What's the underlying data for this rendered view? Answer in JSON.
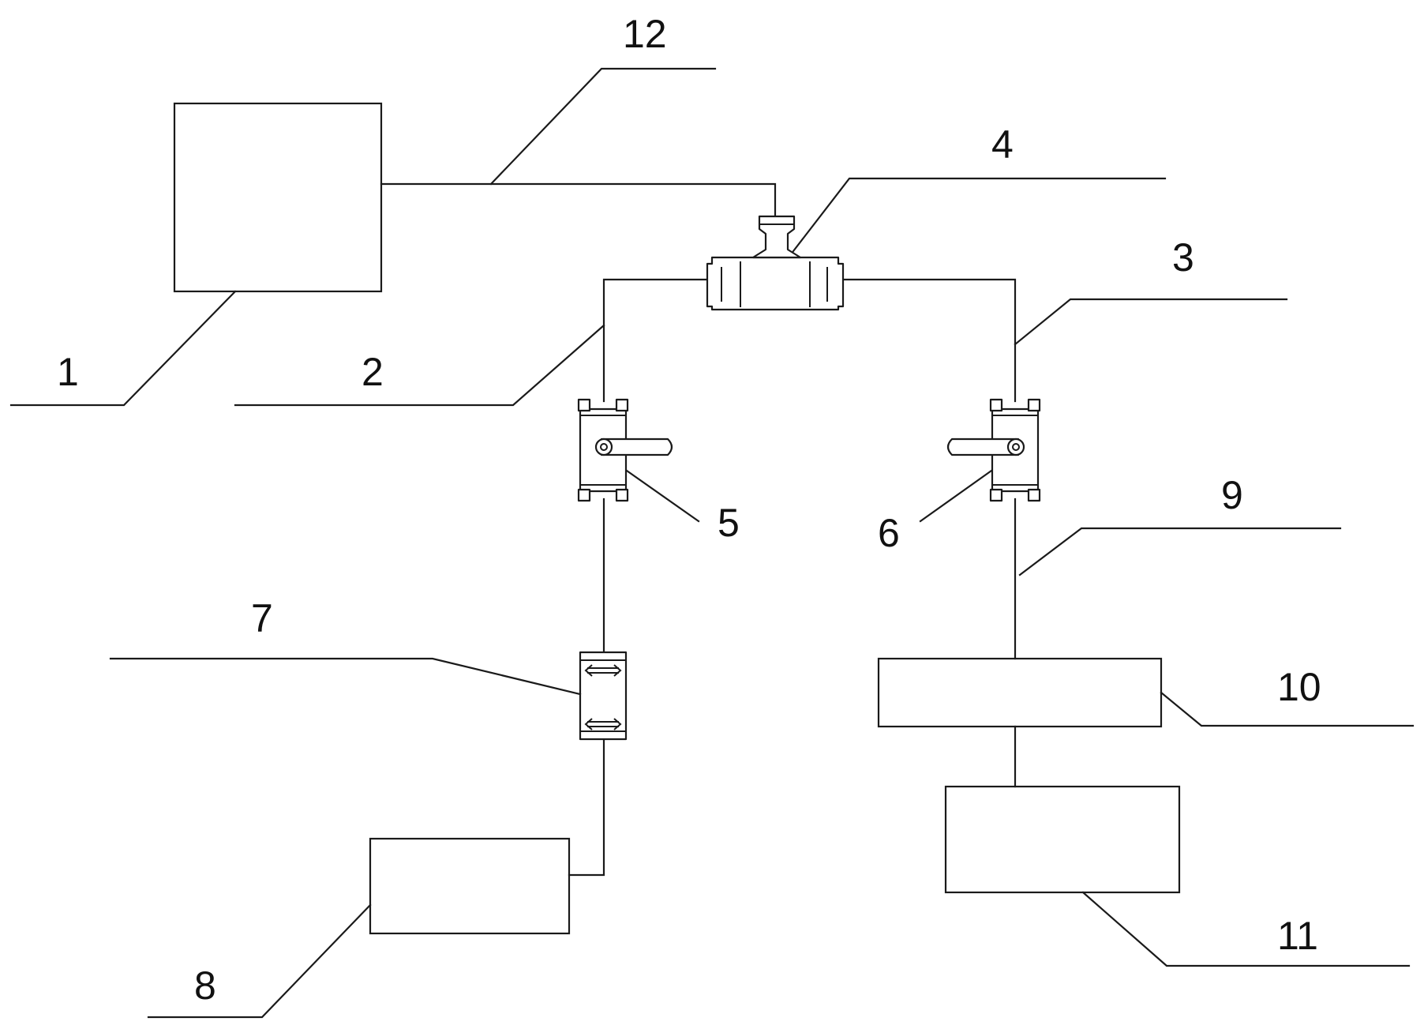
{
  "diagram": {
    "callouts": [
      {
        "id": "tank-1",
        "text": "1"
      },
      {
        "id": "pipe-2",
        "text": "2"
      },
      {
        "id": "pipe-3",
        "text": "3"
      },
      {
        "id": "tee-4",
        "text": "4"
      },
      {
        "id": "valve-5",
        "text": "5"
      },
      {
        "id": "valve-6",
        "text": "6"
      },
      {
        "id": "connector-7",
        "text": "7"
      },
      {
        "id": "unit-8",
        "text": "8"
      },
      {
        "id": "pipe-9",
        "text": "9"
      },
      {
        "id": "unit-10",
        "text": "10"
      },
      {
        "id": "unit-11",
        "text": "11"
      },
      {
        "id": "pipe-12",
        "text": "12"
      }
    ]
  }
}
